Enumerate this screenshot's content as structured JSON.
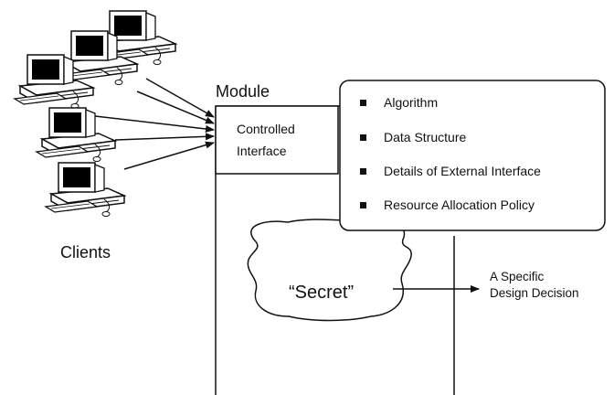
{
  "module": {
    "title": "Module"
  },
  "interface": {
    "line1": "Controlled",
    "line2": "Interface"
  },
  "hidden_items": [
    "Algorithm",
    "Data Structure",
    "Details of External Interface",
    "Resource Allocation Policy"
  ],
  "clients": {
    "label": "Clients"
  },
  "secret": {
    "label": "“Secret”"
  },
  "decision": {
    "line1": "A Specific",
    "line2": "Design Decision"
  },
  "colors": {
    "line": "#111111",
    "screen": "#000000",
    "body": "#ffffff"
  }
}
